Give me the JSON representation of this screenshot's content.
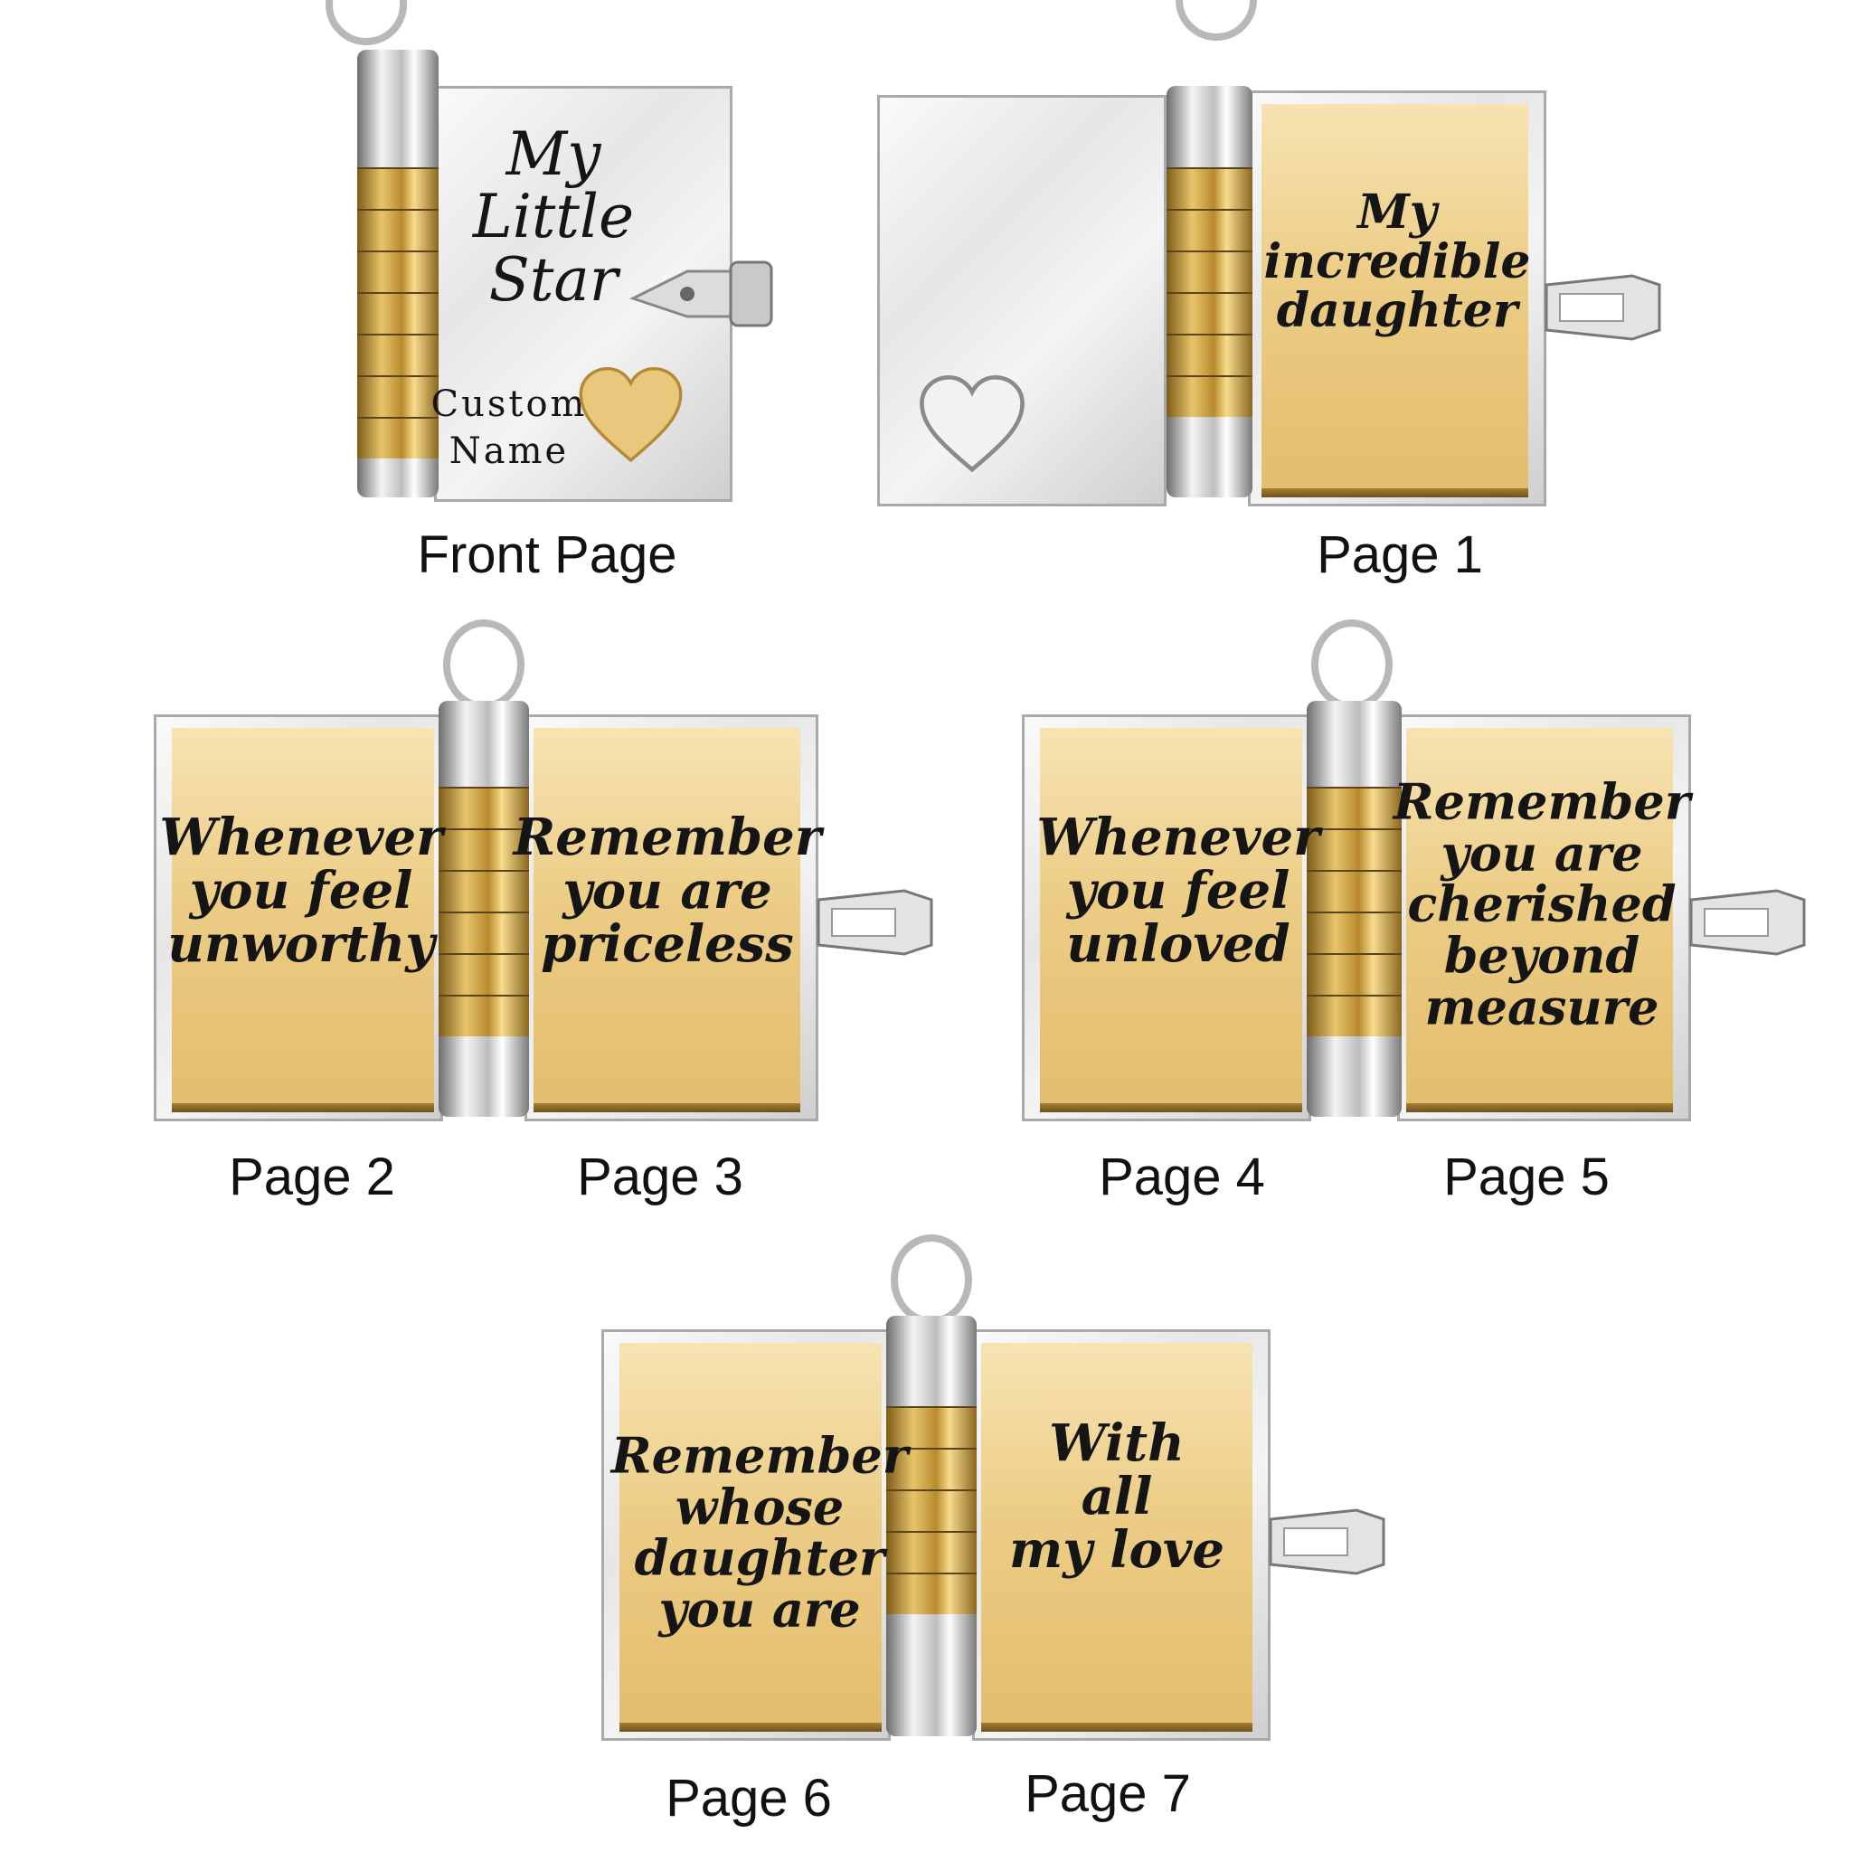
{
  "pendants": [
    {
      "caption": "Front Page",
      "title_lines": "My\nLittle\nStar",
      "custom_lines": "Custom\nName"
    },
    {
      "caption": "Page 1",
      "text": "My\nincredible\ndaughter"
    },
    {
      "left_caption": "Page 2",
      "right_caption": "Page 3",
      "left_text": "Whenever\nyou feel\nunworthy",
      "right_text": "Remember\nyou are\npriceless"
    },
    {
      "left_caption": "Page 4",
      "right_caption": "Page 5",
      "left_text": "Whenever\nyou feel\nunloved",
      "right_text": "Remember\nyou are\ncherished\nbeyond\nmeasure"
    },
    {
      "left_caption": "Page 6",
      "right_caption": "Page 7",
      "left_text": "Remember\nwhose\ndaughter\nyou are",
      "right_text": "With\nall\nmy love"
    }
  ],
  "colors": {
    "gold": "#e8c77a",
    "silver": "#e9e9e9",
    "engraving": "#151515"
  }
}
